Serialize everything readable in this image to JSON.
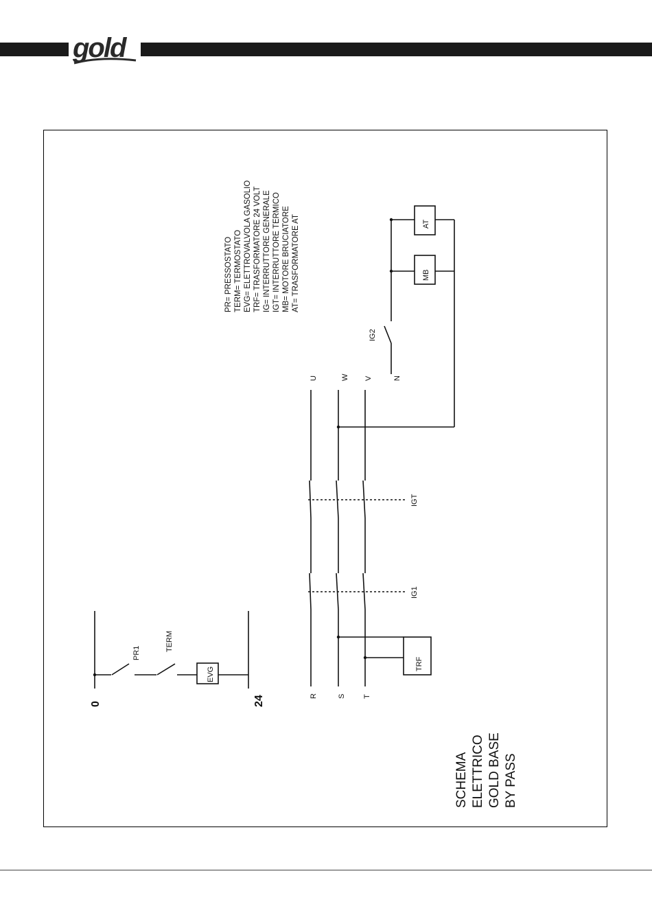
{
  "brand": {
    "logo_text": "gold",
    "logo_icon": "gold-logo"
  },
  "schema": {
    "title_lines": [
      "SCHEMA",
      "ELETTRICO",
      "GOLD BASE",
      "BY PASS"
    ],
    "legend": [
      "PR= PRESSOSTATO",
      "TERM= TERMOSTATO",
      "EVG= ELETTROVALVOLA GASOLIO",
      "TRF= TRASFORMATORE 24 VOLT",
      "IG= INTERRUTTORE GENERALE",
      "IGT= INTERRUTTORE TERMICO",
      "MB= MOTORE BRUCIATORE",
      "AT= TRASFORMATORE AT"
    ],
    "labels": {
      "zero": "0",
      "twentyfour": "24",
      "pr1": "PR1",
      "term": "TERM",
      "evg": "EVG",
      "trf": "TRF",
      "ig1": "IG1",
      "igt": "IGT",
      "ig2": "IG2",
      "mb": "MB",
      "at": "AT",
      "r": "R",
      "s": "S",
      "t": "T",
      "u": "U",
      "w": "W",
      "v": "V",
      "n": "N"
    }
  }
}
